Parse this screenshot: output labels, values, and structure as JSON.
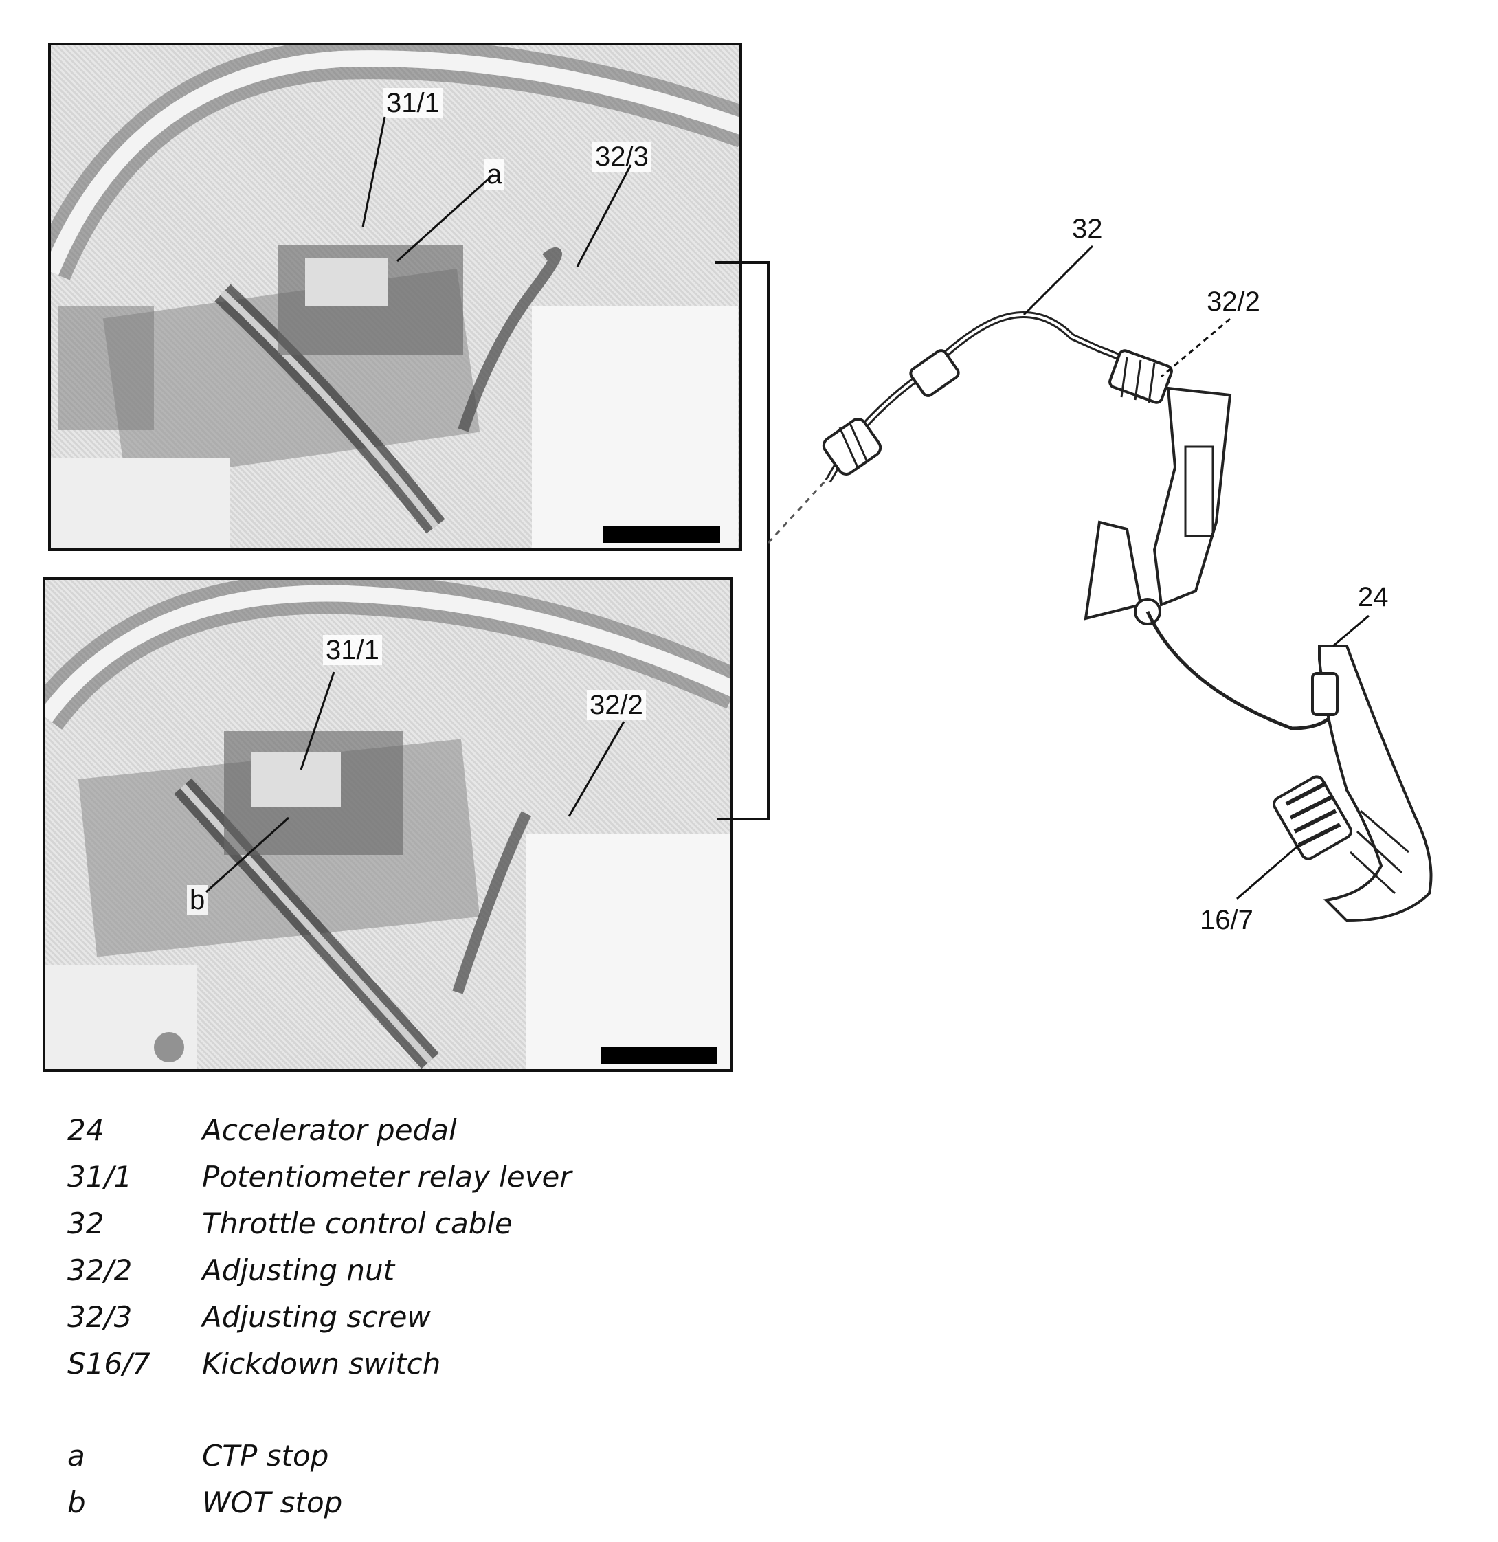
{
  "photo_top": {
    "callouts": [
      "31/1",
      "32/3",
      "a"
    ]
  },
  "photo_bottom": {
    "callouts": [
      "31/1",
      "32/2",
      "b"
    ]
  },
  "drawing": {
    "callouts": [
      "32",
      "32/2",
      "24",
      "16/7"
    ]
  },
  "legend": {
    "items": [
      {
        "code": "24",
        "description": "Accelerator pedal"
      },
      {
        "code": "31/1",
        "description": "Potentiometer relay lever"
      },
      {
        "code": "32",
        "description": "Throttle control cable"
      },
      {
        "code": "32/2",
        "description": "Adjusting nut"
      },
      {
        "code": "32/3",
        "description": "Adjusting screw"
      },
      {
        "code": "S16/7",
        "description": "Kickdown switch"
      }
    ],
    "stops": [
      {
        "code": "a",
        "description": "CTP stop"
      },
      {
        "code": "b",
        "description": "WOT stop"
      }
    ]
  }
}
